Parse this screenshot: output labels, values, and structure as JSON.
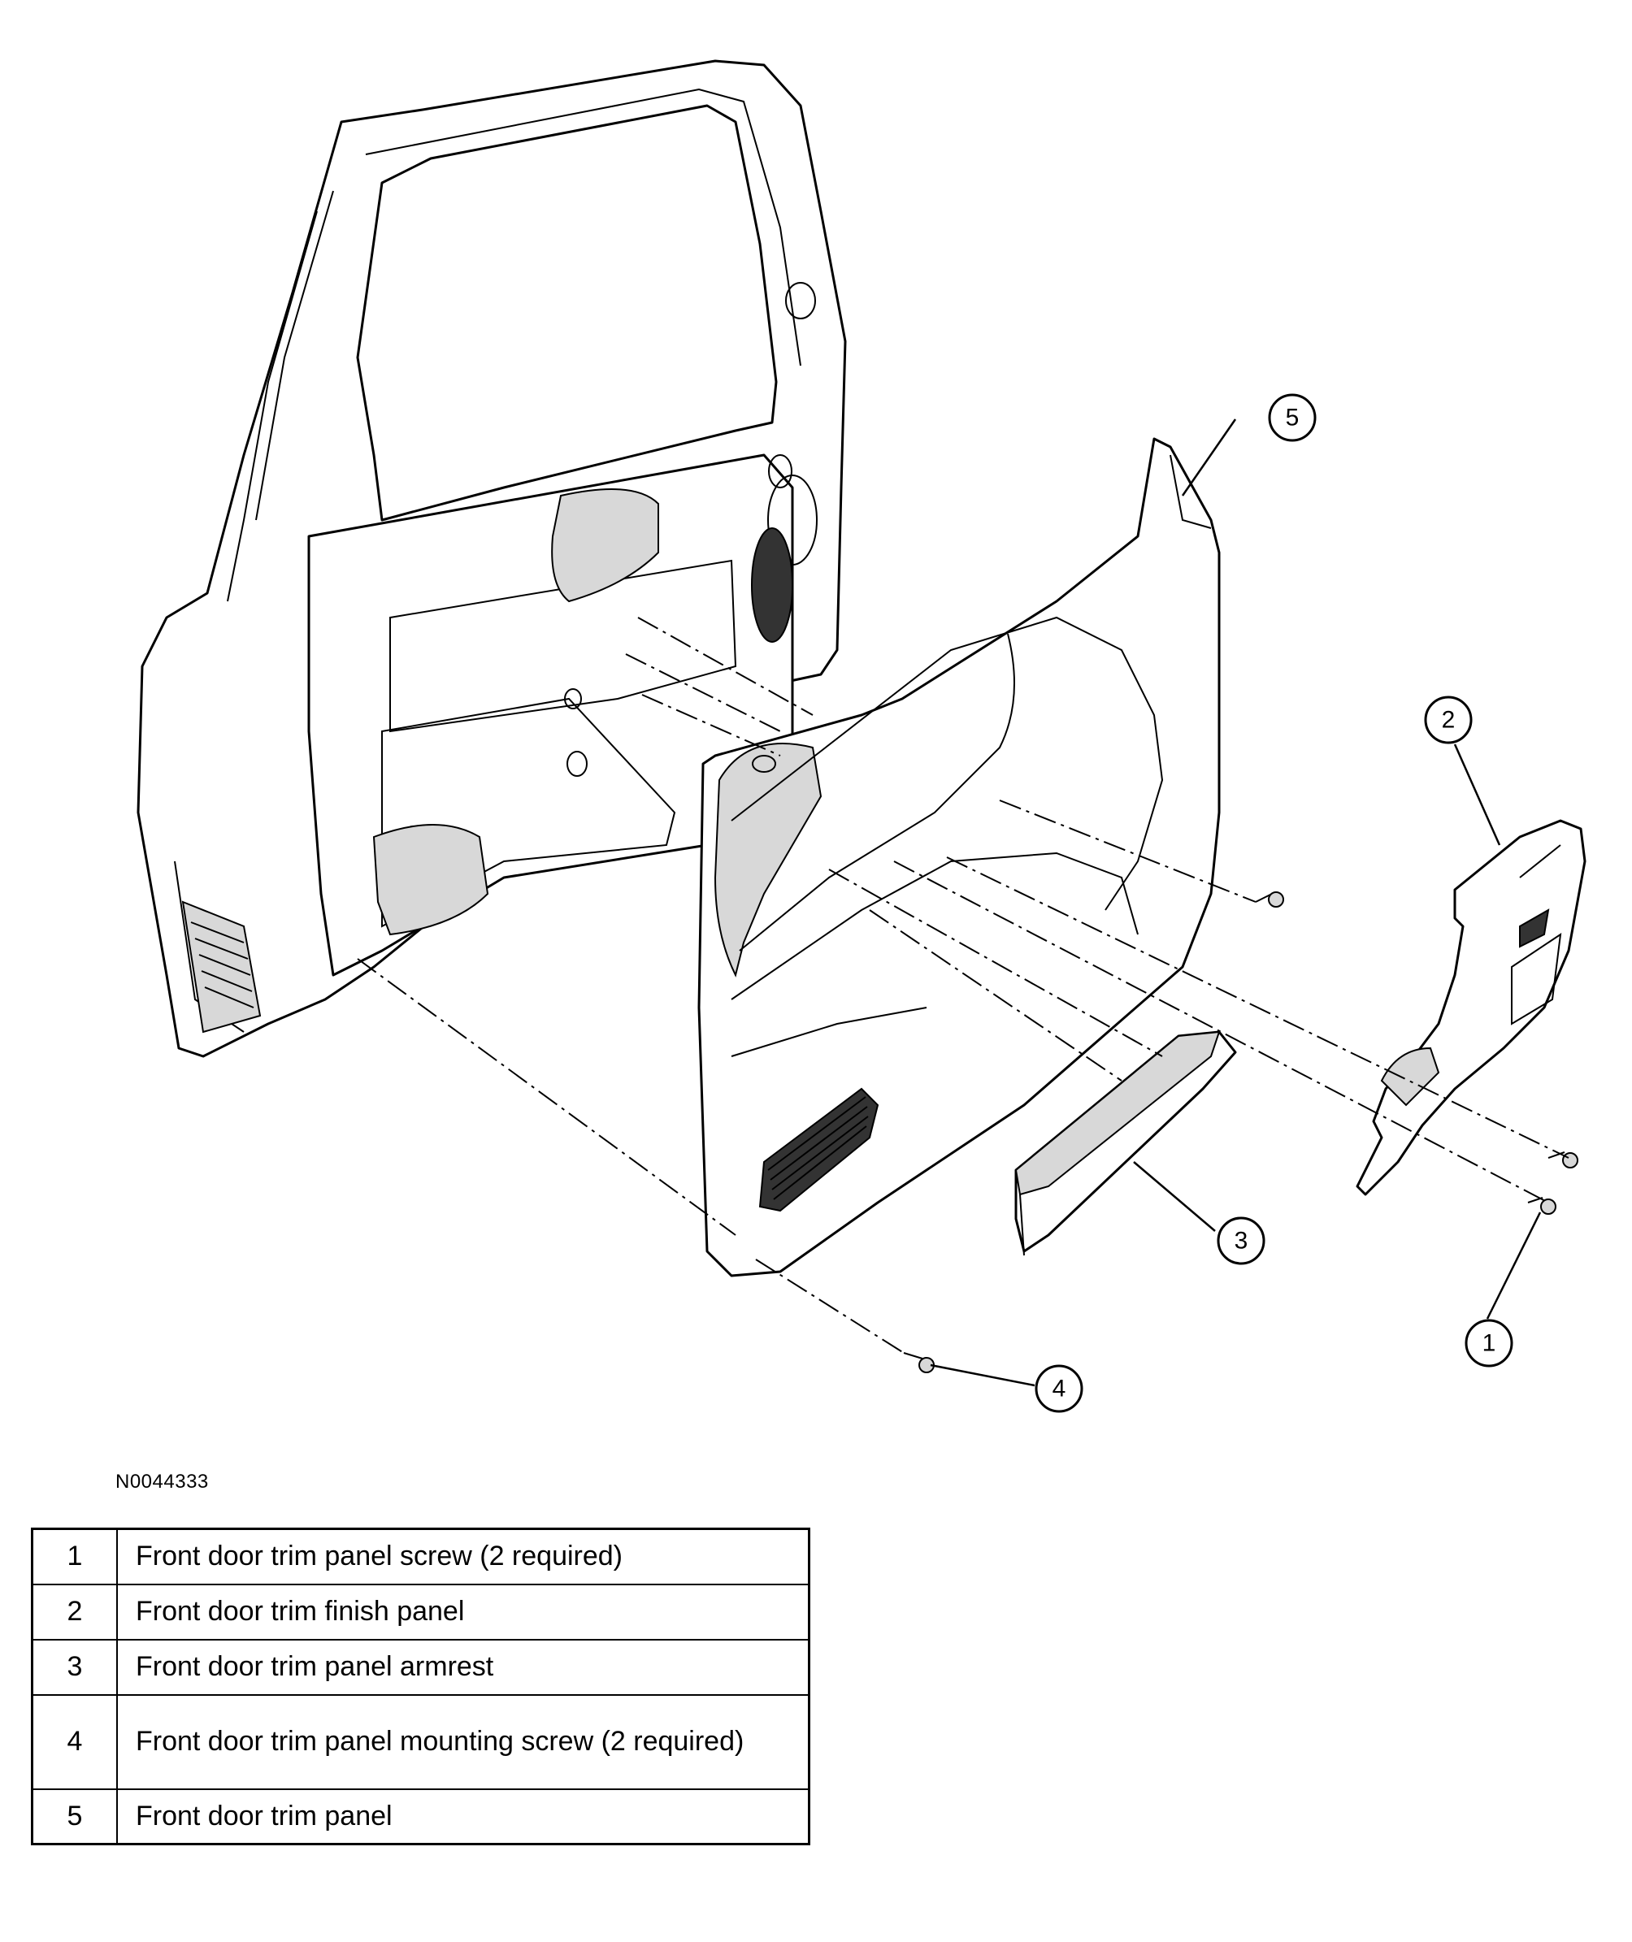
{
  "figure_id": "N0044333",
  "callouts": [
    {
      "number": "1"
    },
    {
      "number": "2"
    },
    {
      "number": "3"
    },
    {
      "number": "4"
    },
    {
      "number": "5"
    }
  ],
  "legend": {
    "rows": [
      {
        "number": "1",
        "description": "Front door trim panel screw (2 required)"
      },
      {
        "number": "2",
        "description": "Front door trim finish panel"
      },
      {
        "number": "3",
        "description": "Front door trim panel armrest"
      },
      {
        "number": "4",
        "description": "Front door trim panel mounting screw (2 required)"
      },
      {
        "number": "5",
        "description": "Front door trim panel"
      }
    ]
  }
}
